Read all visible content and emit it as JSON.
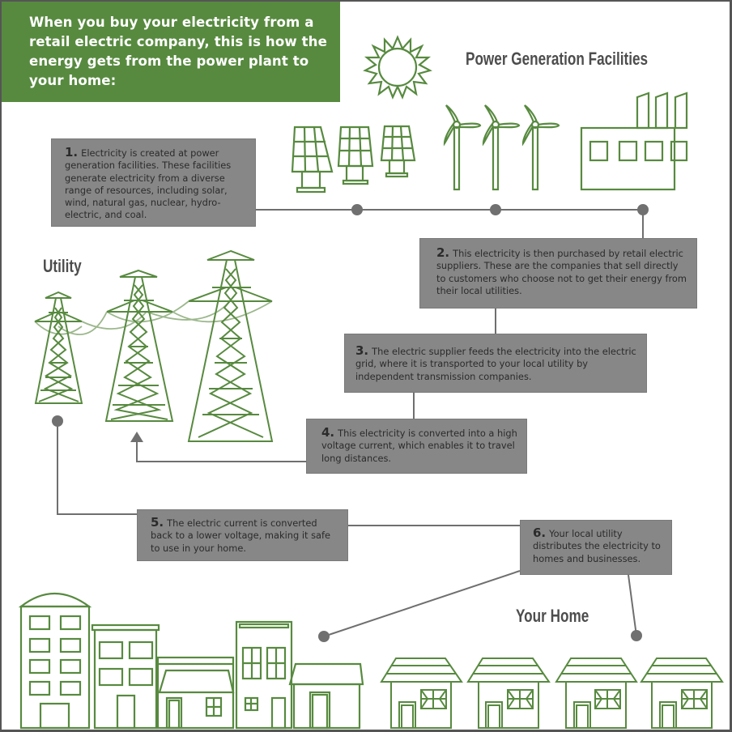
{
  "banner": {
    "title": "When you buy your electricity from a retail electric company, this is how the energy gets from the power plant to your home:"
  },
  "labels": {
    "power_generation": "Power Generation Facilities",
    "utility": "Utility",
    "your_home": "Your Home"
  },
  "steps": [
    {
      "number": "1.",
      "text": "Electricity is created at power generation facilities. These facilities generate electricity from a diverse range of resources, including solar, wind, natural gas, nuclear, hydro-electric, and coal."
    },
    {
      "number": "2.",
      "text": "This electricity is then purchased by retail electric suppliers. These are the companies that sell directly to customers who choose not to get their energy from their local utilities."
    },
    {
      "number": "3.",
      "text": "The electric supplier feeds the electricity into the electric grid, where it is transported to your local utility by independent transmission companies."
    },
    {
      "number": "4.",
      "text": "This electricity is converted into a high voltage current, which enables it to travel long distances."
    },
    {
      "number": "5.",
      "text": "The electric current is converted back to a lower voltage, making it safe to use in your home."
    },
    {
      "number": "6.",
      "text": "Your local utility distributes the electricity to homes and businesses."
    }
  ],
  "colors": {
    "green": "#578a3f",
    "box_gray": "#878787",
    "connector_gray": "#6f6f6f"
  }
}
